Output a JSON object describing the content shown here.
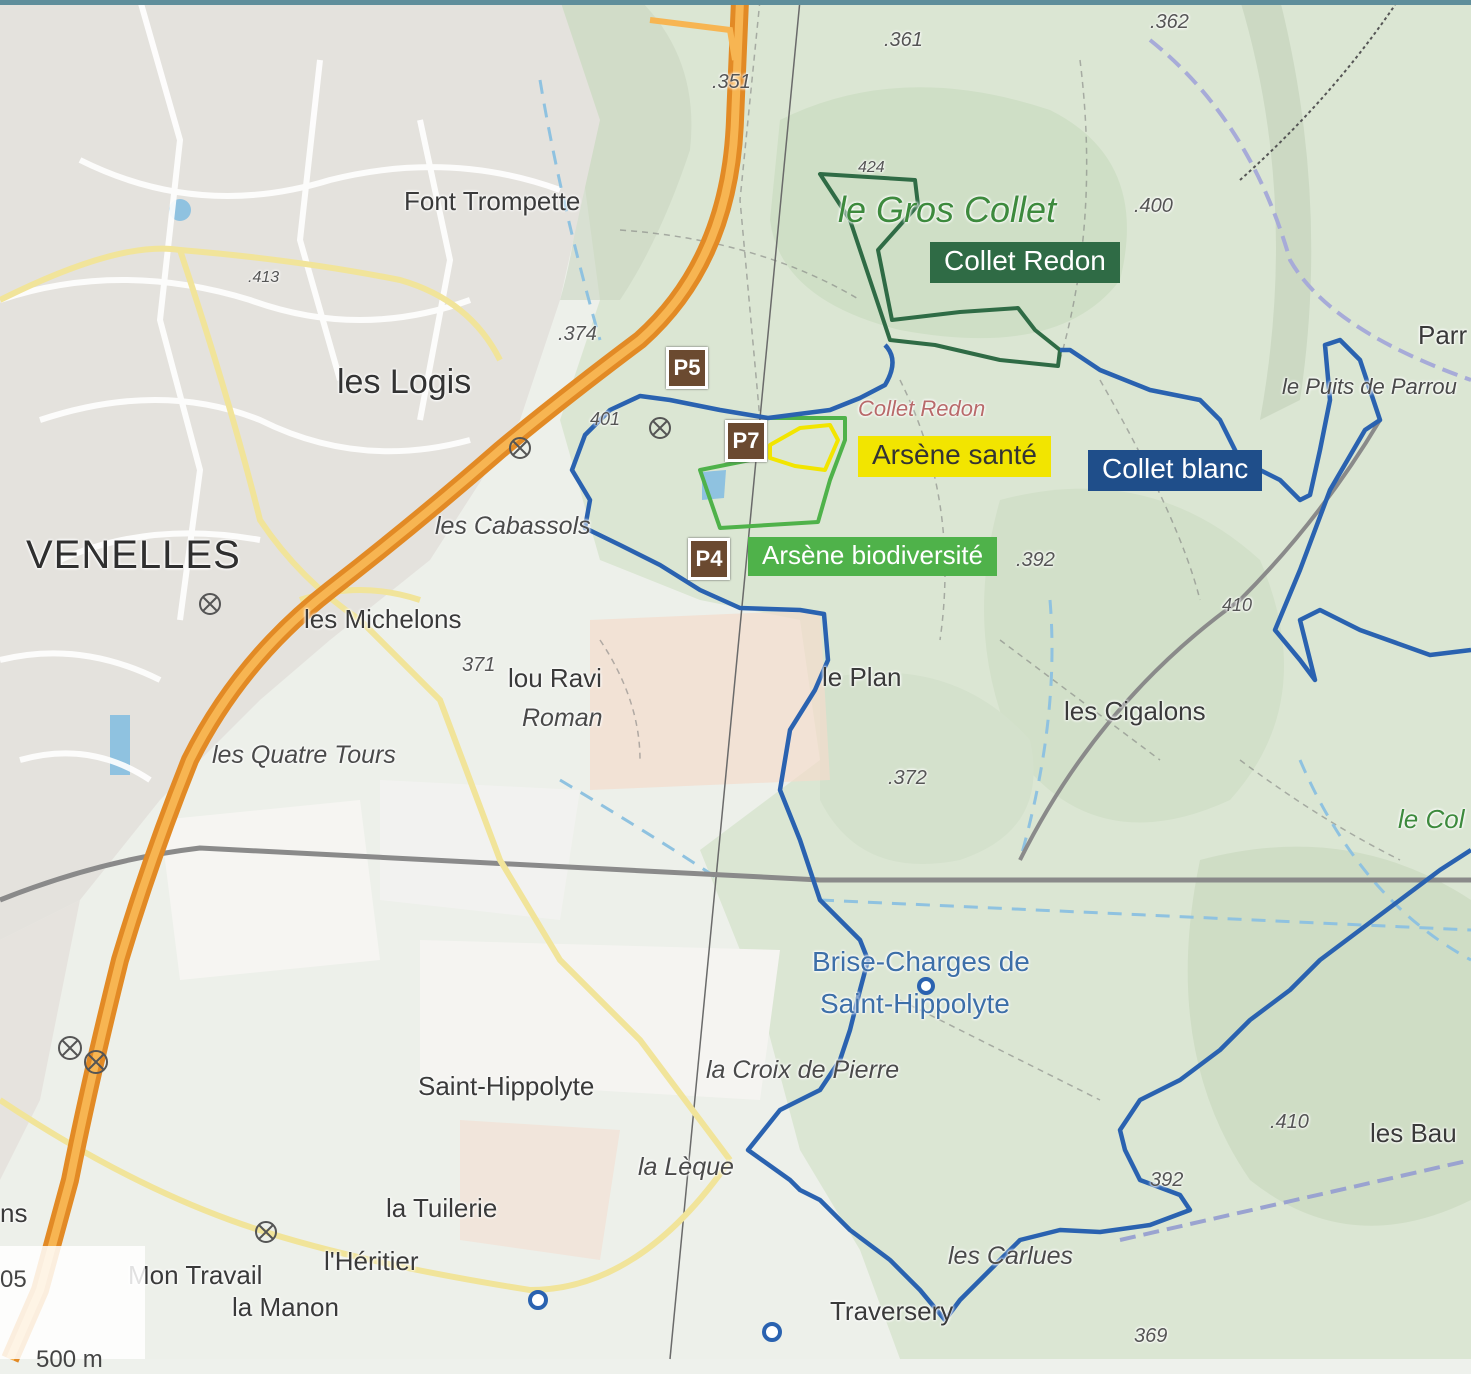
{
  "colors": {
    "route_blue": "#2a62b0",
    "collet_redon": "#2f6b45",
    "arsene_sante": "#f2e500",
    "arsene_biodiversite": "#4fb24a",
    "parking": "#6b4a30",
    "highway": "#f2a33a",
    "water": "#8fc2e0"
  },
  "routes": {
    "collet_redon": "Collet Redon",
    "arsene_sante": "Arsène santé",
    "collet_blanc": "Collet blanc",
    "arsene_biodiversite": "Arsène biodiversité"
  },
  "parkings": {
    "p5": "P5",
    "p7": "P7",
    "p4": "P4"
  },
  "places": {
    "venelles": "VENELLES",
    "les_logis": "les Logis",
    "font_trompette": "Font Trompette",
    "le_gros_collet": "le Gros Collet",
    "collet_redon_label": "Collet Redon",
    "les_cabassols": "les Cabassols",
    "les_michelons": "les Michelons",
    "lou_ravi": "lou Ravi",
    "roman": "Roman",
    "le_plan": "le Plan",
    "les_quatre_tours": "les Quatre Tours",
    "les_cigalons": "les Cigalons",
    "brise_charges_1": "Brise-Charges de",
    "brise_charges_2": "Saint-Hippolyte",
    "la_croix_de_pierre": "la Croix de Pierre",
    "saint_hippolyte": "Saint-Hippolyte",
    "la_leque": "la Lèque",
    "la_tuilerie": "la Tuilerie",
    "l_heritier": "l'Héritier",
    "mon_travail": "Mon Travail",
    "la_manon": "la Manon",
    "les_carlues": "les Carlues",
    "traversery": "Traversery",
    "le_puits_de_parrou": "le Puits de Parrou",
    "parr": "Parr",
    "les_bau": "les Bau",
    "le_col": "le Col",
    "ns": "ns"
  },
  "altitudes": {
    "a362": ".362",
    "a361": ".361",
    "a351": ".351",
    "a424": "424",
    "a400": ".400",
    "a413": ".413",
    "a374": ".374",
    "a401": "401",
    "a392": ".392",
    "a410a": "410",
    "a371": "371",
    "a372": ".372",
    "a410b": ".410",
    "a392b": "392",
    "a369": "369"
  },
  "scale": {
    "left_value": "05",
    "bottom_value": "500 m"
  }
}
